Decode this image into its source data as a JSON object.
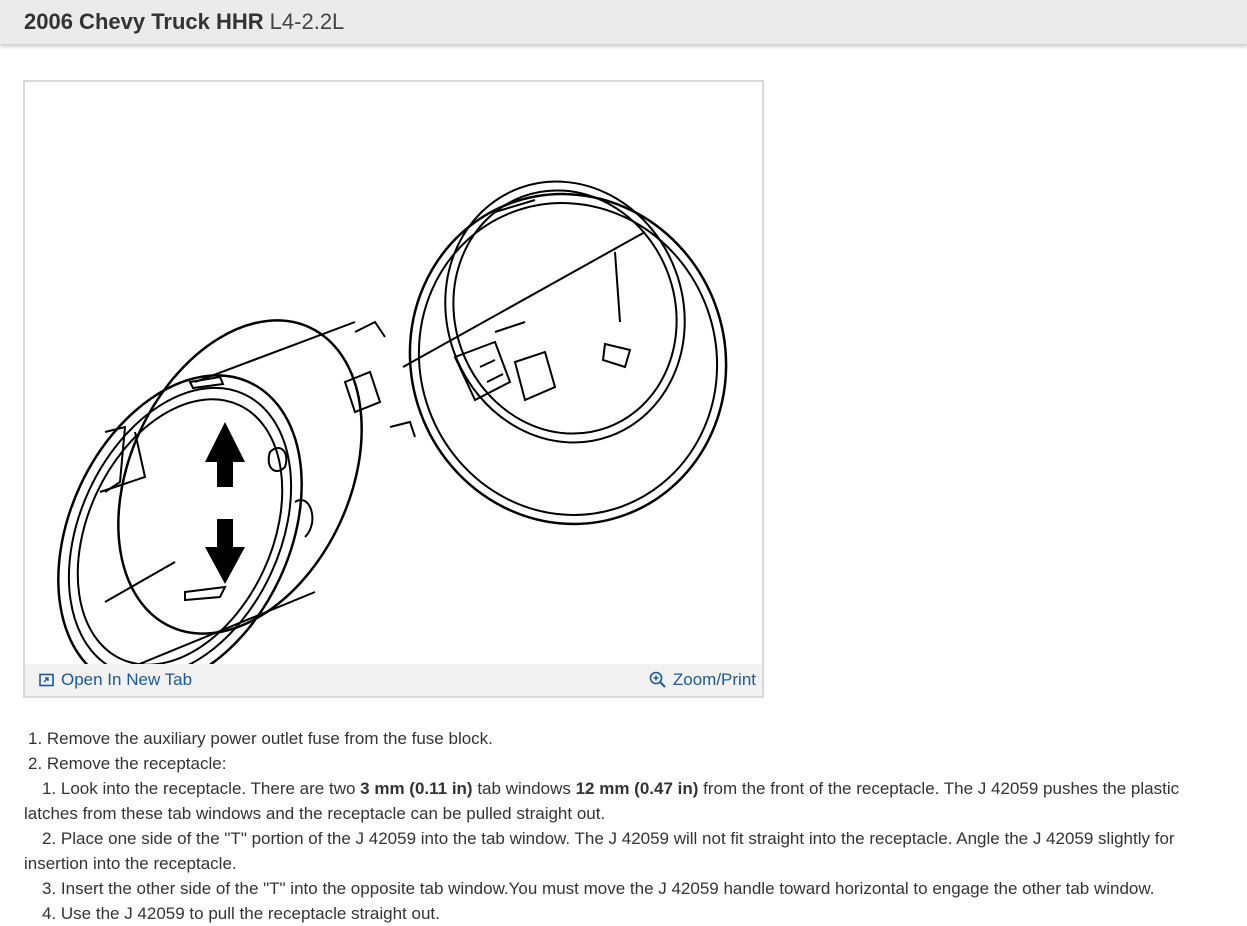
{
  "header": {
    "title": "2006 Chevy Truck HHR",
    "engine": "L4-2.2L"
  },
  "figure": {
    "open_new_tab_label": "Open In New Tab",
    "zoom_print_label": "Zoom/Print"
  },
  "steps": [
    {
      "text": "1. Remove the auxiliary power outlet fuse from the fuse block."
    },
    {
      "text": "2. Remove the receptacle:"
    }
  ],
  "substeps": [
    {
      "pre": "1. Look into the receptacle. There are two ",
      "bold1": "3 mm (0.11 in)",
      "mid": " tab windows ",
      "bold2": "12 mm (0.47 in)",
      "post": " from the front of the receptacle. The J 42059 pushes the plastic latches from these tab windows and the receptacle can be pulled straight out."
    },
    {
      "text": "2. Place one side of the \"T\" portion of the J 42059 into the tab window. The J 42059 will not fit straight into the receptacle. Angle the J 42059 slightly for insertion into the receptacle."
    },
    {
      "text": "3. Insert the other side of the \"T\" into the opposite tab window.You must move the J 42059 handle toward horizontal to engage the other tab window."
    },
    {
      "text": "4. Use the J 42059 to pull the receptacle straight out."
    }
  ]
}
